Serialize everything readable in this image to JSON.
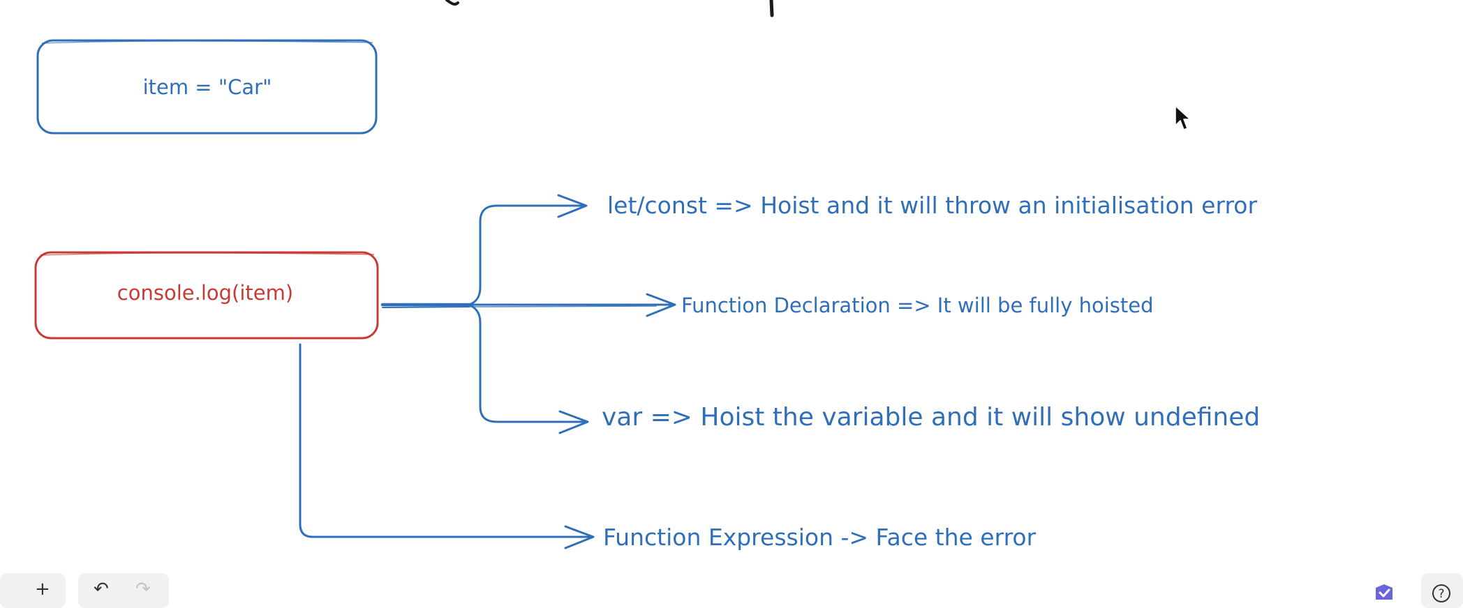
{
  "colors": {
    "blue": "#2f6fb9",
    "red": "#c83a36",
    "background": "#ffffff",
    "toolbar_bg": "#f1f1f4",
    "accent": "#6965db"
  },
  "nodes": {
    "item_box": {
      "text": "item = \"Car\""
    },
    "console_box": {
      "text": "console.log(item)"
    }
  },
  "labels": {
    "let_const": "let/const => Hoist and it will throw an initialisation error",
    "func_decl": "Function Declaration => It will be fully hoisted",
    "var": "var => Hoist the variable and it will show undefined",
    "func_expr": "Function Expression -> Face the error"
  },
  "toolbar": {
    "add_label": "+",
    "undo_label": "↶",
    "redo_label": "↷",
    "help_label": "?"
  },
  "icons": [
    "cursor-icon",
    "shield-check-icon",
    "help-icon",
    "undo-icon",
    "redo-icon",
    "add-icon"
  ]
}
